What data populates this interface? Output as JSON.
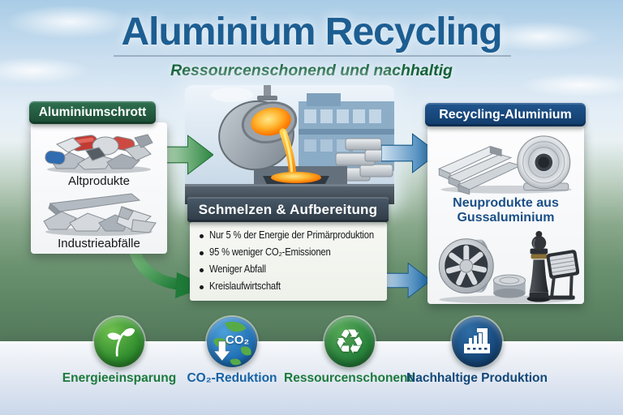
{
  "header": {
    "title": "Aluminium Recycling",
    "subtitle": "Ressourcenschonend und nachhaltig"
  },
  "input_panel": {
    "header": "Aluminiumschrott",
    "items": [
      {
        "label": "Altprodukte",
        "image": "scrap-old-products"
      },
      {
        "label": "Industrieabfälle",
        "image": "scrap-industrial-waste"
      }
    ]
  },
  "process_panel": {
    "header": "Schmelzen & Aufbereitung",
    "bullets": [
      "Nur 5 % der Energie der Primärproduktion",
      "95 % weniger CO₂-Emissionen",
      "Weniger Abfall",
      "Kreislaufwirtschaft"
    ]
  },
  "output_panel": {
    "header": "Recycling-Aluminium",
    "caption": "Neuprodukte aus Gussaluminium"
  },
  "benefits": [
    {
      "label": "Energieeinsparung",
      "icon": "leaf-icon",
      "circle_color": "#2f8c2d",
      "label_color": "#1c7a3b"
    },
    {
      "label": "CO₂-Reduktion",
      "icon": "co2-globe-icon",
      "icon_text": "CO₂",
      "circle_color": "#1e6fb5",
      "label_color": "#1563a5"
    },
    {
      "label": "Ressourcenschonend",
      "icon": "recycle-icon",
      "glyph": "♻",
      "circle_color": "#27803a",
      "label_color": "#1c7a3b"
    },
    {
      "label": "Nachhaltige Produktion",
      "icon": "factory-icon",
      "circle_color": "#16477a",
      "label_color": "#134878"
    }
  ],
  "colors": {
    "title_blue": "#1d5e92",
    "subtitle_green": "#156238",
    "input_header_green": "#1e5038",
    "process_header_slate": "#3c4a56",
    "output_header_navy": "#16457b",
    "arrow_green": "#2a8640",
    "arrow_blue": "#1767a8"
  }
}
